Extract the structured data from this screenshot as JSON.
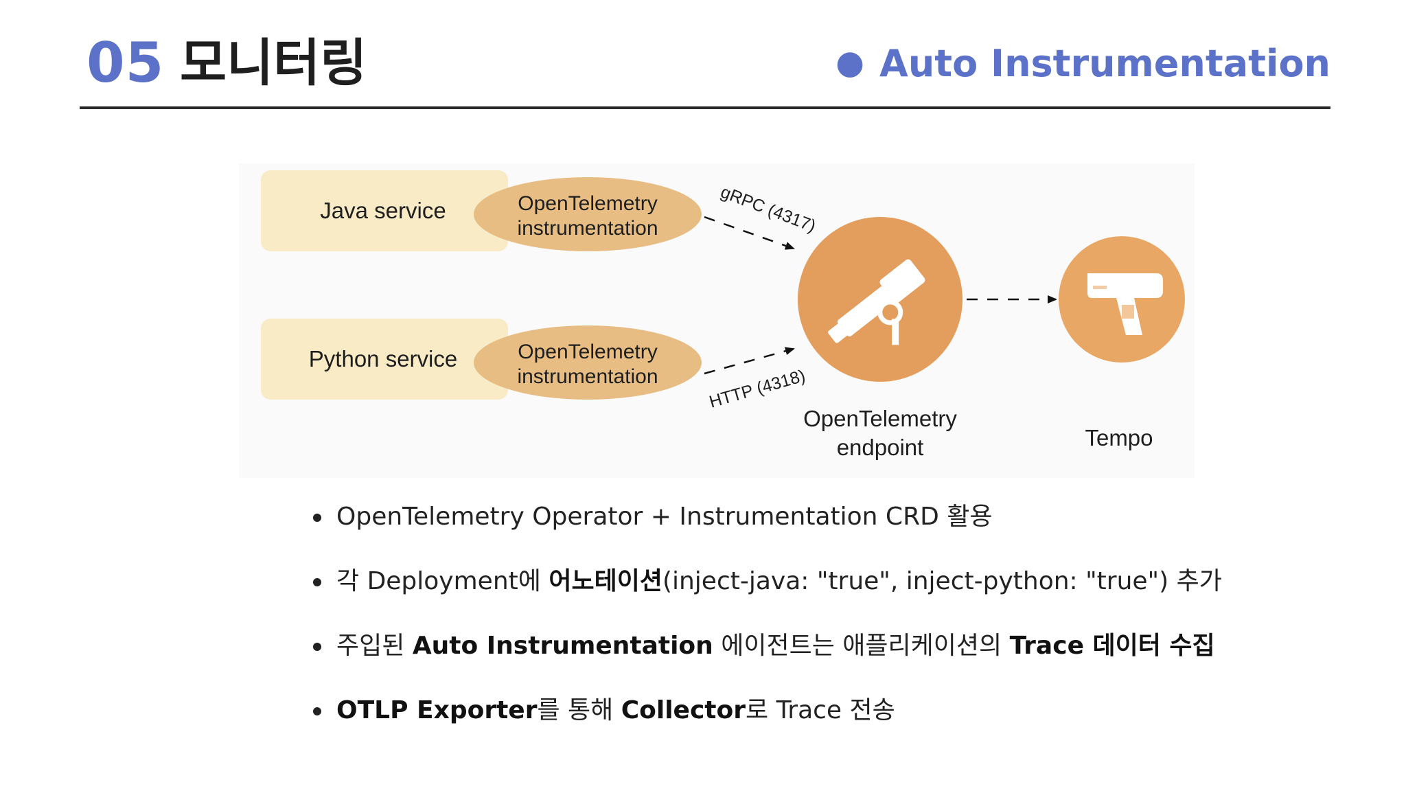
{
  "header": {
    "section_number": "05",
    "section_title": "모니터링",
    "topic": "Auto Instrumentation"
  },
  "diagram": {
    "services": [
      {
        "name": "Java service",
        "instrumentation": [
          "OpenTelemetry",
          "instrumentation"
        ]
      },
      {
        "name": "Python service",
        "instrumentation": [
          "OpenTelemetry",
          "instrumentation"
        ]
      }
    ],
    "protocols": {
      "grpc": "gRPC (4317)",
      "http": "HTTP (4318)"
    },
    "endpoint_label": [
      "OpenTelemetry",
      "endpoint"
    ],
    "backend_label": "Tempo",
    "colors": {
      "service_box": "#f8ebc6",
      "instrumentation_pill": "#e8bd84",
      "endpoint_circle": "#e39e5e",
      "tempo_circle": "#e9a766"
    },
    "icons": {
      "endpoint": "telescope-icon",
      "backend": "tempo-icon"
    }
  },
  "bullets": [
    [
      {
        "text": "OpenTelemetry Operator + Instrumentation CRD 활용",
        "bold": false
      }
    ],
    [
      {
        "text": "각 Deployment에 ",
        "bold": false
      },
      {
        "text": "어노테이션",
        "bold": true
      },
      {
        "text": "(inject-java: \"true\", inject-python: \"true\") 추가",
        "bold": false
      }
    ],
    [
      {
        "text": "주입된 ",
        "bold": false
      },
      {
        "text": "Auto Instrumentation",
        "bold": true
      },
      {
        "text": " 에이전트는 애플리케이션의 ",
        "bold": false
      },
      {
        "text": "Trace 데이터 수집",
        "bold": true
      }
    ],
    [
      {
        "text": "OTLP Exporter",
        "bold": true
      },
      {
        "text": "를 통해 ",
        "bold": false
      },
      {
        "text": "Collector",
        "bold": true
      },
      {
        "text": "로 Trace 전송",
        "bold": false
      }
    ]
  ]
}
